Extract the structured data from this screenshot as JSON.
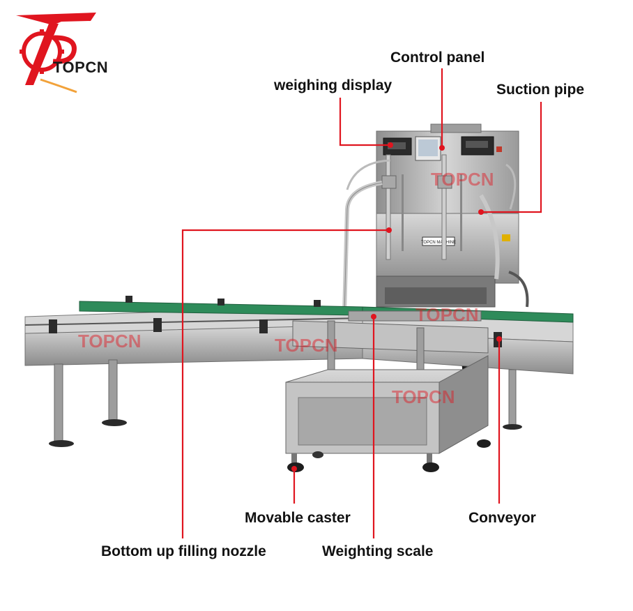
{
  "brand": {
    "name": "TOPCN",
    "accent": "#e0151f"
  },
  "labels": {
    "weighing_display": "weighing  display",
    "control_panel": "Control panel",
    "suction_pipe": "Suction pipe",
    "bottom_up_nozzle": "Bottom up filling nozzle",
    "movable_caster": "Movable caster",
    "weighting_scale": "Weighting scale",
    "conveyor": "Conveyor"
  },
  "machine": {
    "plate_text": "TOPCN MACHINE"
  },
  "watermarks": [
    "TOPCN",
    "TOPCN",
    "TOPCN",
    "TOPCN",
    "TOPCN"
  ],
  "colors": {
    "leader_line": "#e0151f",
    "steel": "#b9b9b9",
    "conveyor_rail": "#2e8b5a"
  }
}
